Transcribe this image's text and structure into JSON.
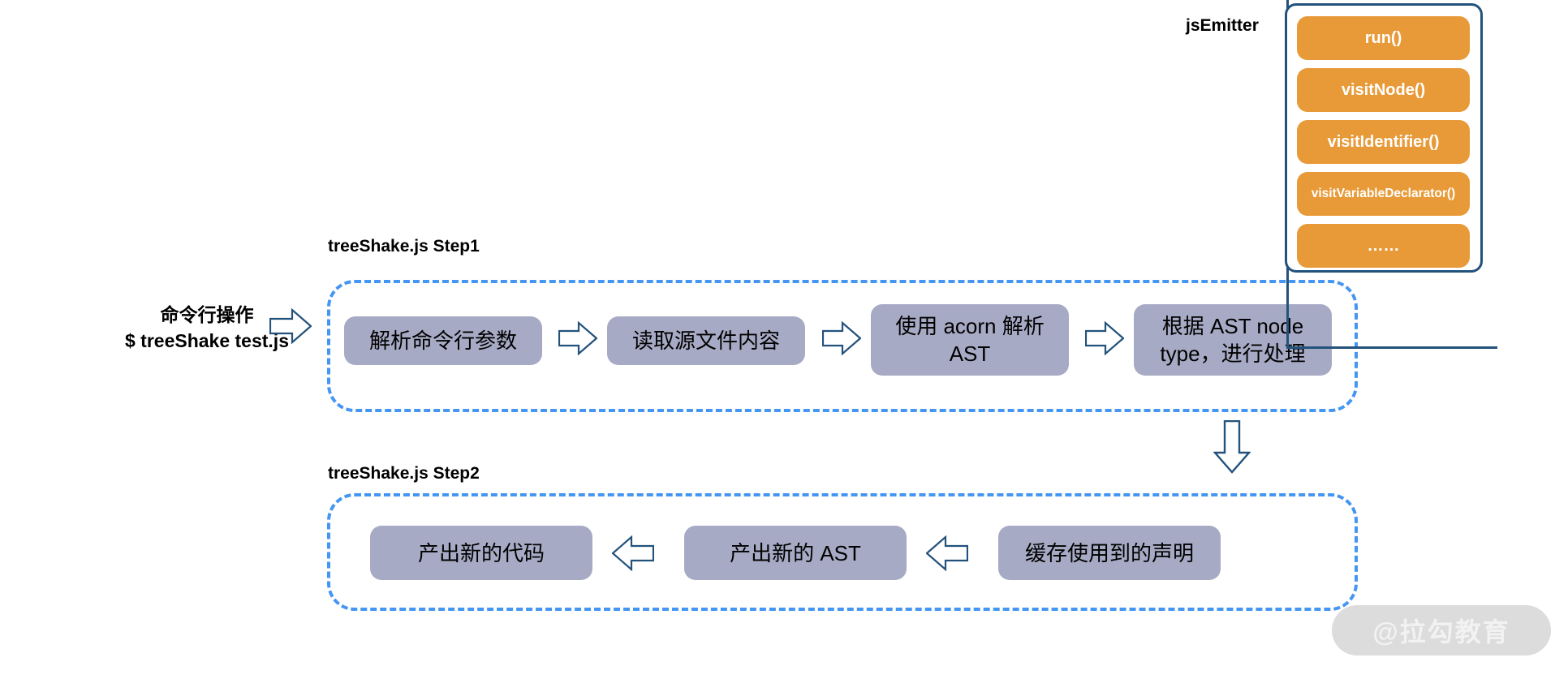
{
  "cli": {
    "line1": "命令行操作",
    "line2": "$ treeShake test.js"
  },
  "groups": [
    {
      "title": "treeShake.js Step1"
    },
    {
      "title": "treeShake.js Step2"
    }
  ],
  "step1": {
    "title": "treeShake.js Step1",
    "boxes": [
      {
        "label": "解析命令行参数"
      },
      {
        "label": "读取源文件内容"
      },
      {
        "label": "使用 acorn 解析 AST"
      },
      {
        "label": "根据 AST node type，进行处理"
      }
    ]
  },
  "step2": {
    "title": "treeShake.js Step2",
    "boxes": [
      {
        "label": "产出新的代码"
      },
      {
        "label": "产出新的 AST"
      },
      {
        "label": "缓存使用到的声明"
      }
    ]
  },
  "jsEmitter": {
    "label": "jsEmitter",
    "methods": [
      {
        "label": "run()"
      },
      {
        "label": "visitNode()"
      },
      {
        "label": "visitIdentifier()"
      },
      {
        "label": "visitVariableDeclarator()"
      },
      {
        "label": "……"
      }
    ]
  },
  "watermark": {
    "text": "@拉勾教育"
  },
  "colors": {
    "process_box": "#a7aac4",
    "method_box": "#e89a38",
    "dashed_border": "#4596f2",
    "arrow_stroke": "#23527c",
    "panel_border": "#23527c",
    "text": "#000000",
    "background": "#ffffff"
  },
  "icons": {
    "arrow_right": "arrow-right-icon",
    "arrow_left": "arrow-left-icon",
    "arrow_down": "arrow-down-icon"
  }
}
